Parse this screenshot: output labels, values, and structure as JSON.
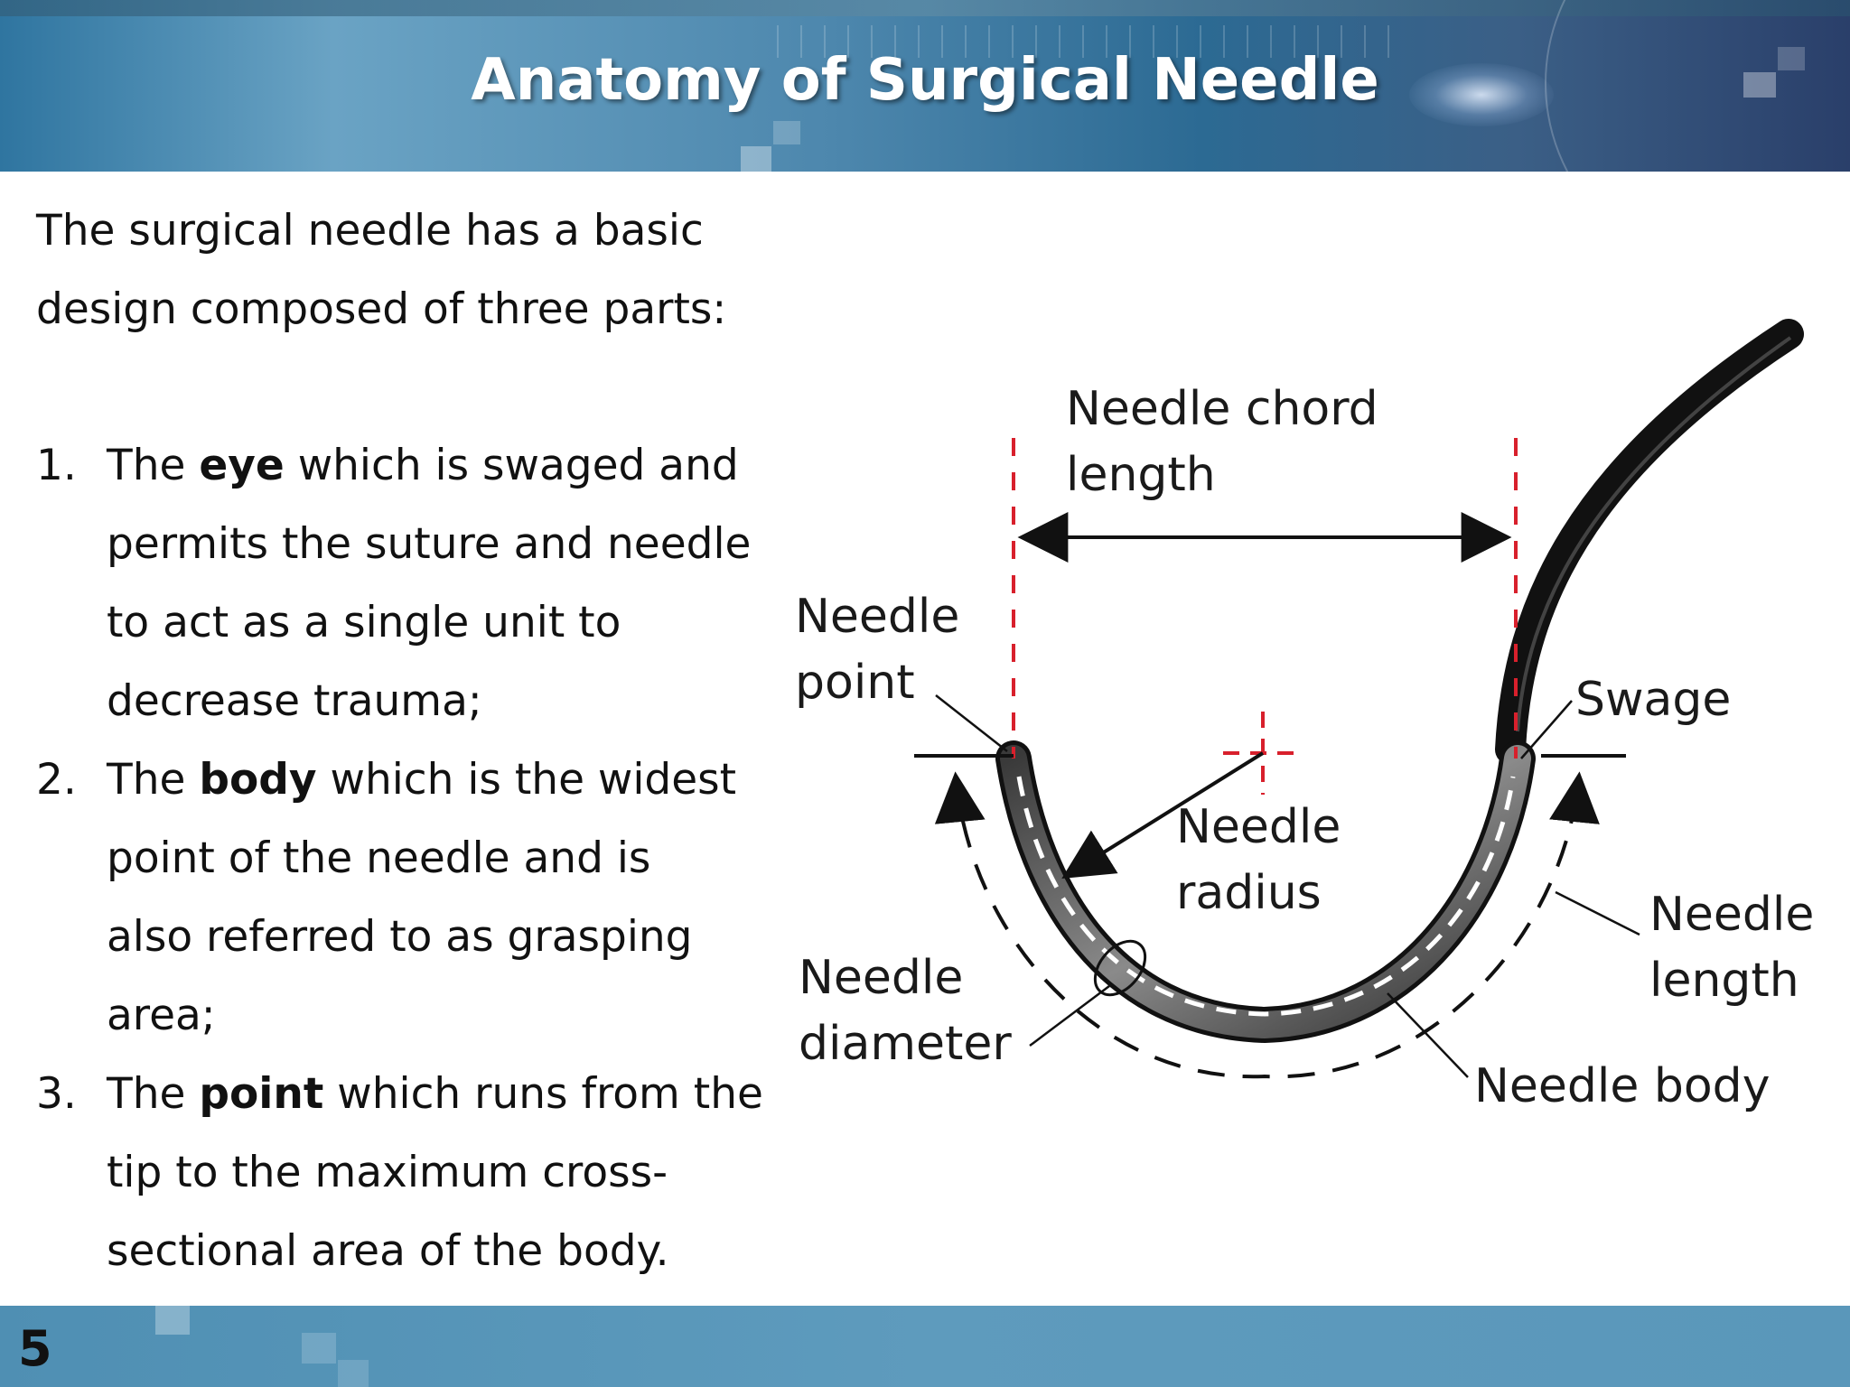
{
  "slide": {
    "title": "Anatomy of Surgical Needle",
    "intro_line1": "The surgical needle has a basic",
    "intro_line2": "design composed of three parts:",
    "page_number": "5"
  },
  "list": [
    {
      "number": "1.",
      "pre": "The ",
      "keyword": "eye",
      "line1_rest": " which is swaged and",
      "lines": [
        "permits the suture and needle",
        "to act as a single unit to",
        "decrease trauma;"
      ]
    },
    {
      "number": "2.",
      "pre": "The ",
      "keyword": "body",
      "line1_rest": " which is the widest",
      "lines": [
        "point of the needle and is",
        "also referred to as grasping",
        "area;"
      ]
    },
    {
      "number": "3.",
      "pre": "The ",
      "keyword": "point",
      "line1_rest": " which runs from the",
      "lines": [
        "tip to the maximum cross-",
        "sectional area of the body."
      ]
    }
  ],
  "diagram": {
    "labels": {
      "chord_1": "Needle chord",
      "chord_2": "length",
      "point_1": "Needle",
      "point_2": "point",
      "swage": "Swage",
      "radius_1": "Needle",
      "radius_2": "radius",
      "diameter_1": "Needle",
      "diameter_2": "diameter",
      "length_1": "Needle",
      "length_2": "length",
      "body": "Needle body"
    },
    "colors": {
      "needle_dark": "#111111",
      "guide_red": "#d8202c",
      "ink": "#1a1a1a"
    }
  }
}
